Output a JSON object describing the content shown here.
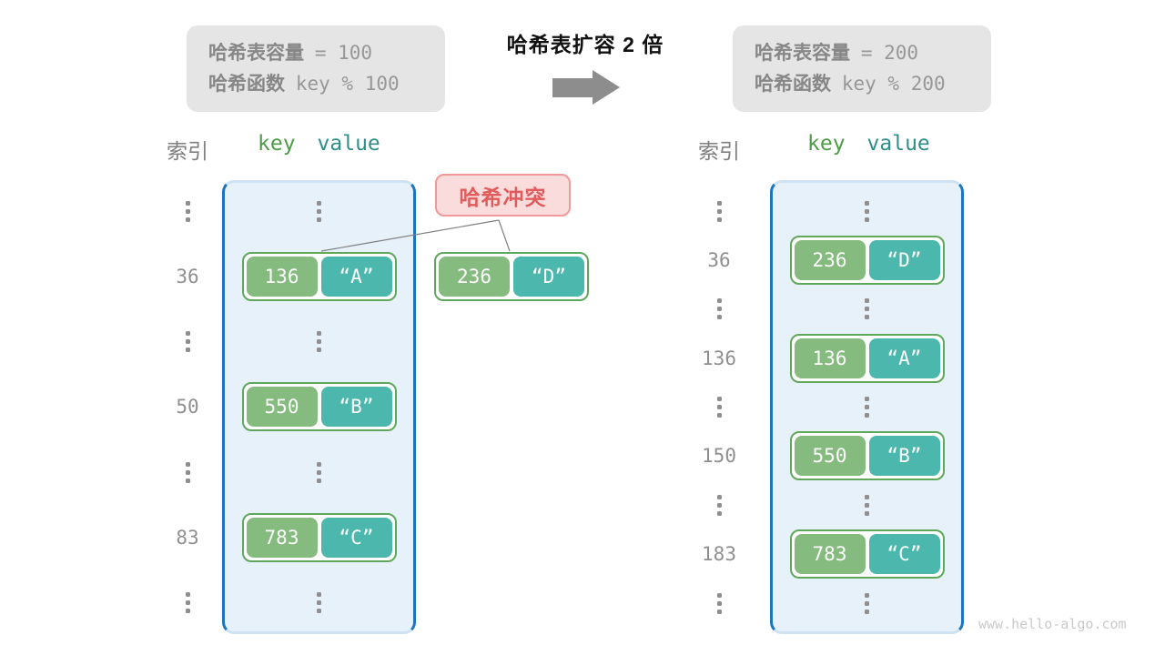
{
  "title": "哈希表扩容 2 倍",
  "info_left": {
    "line1_label": "哈希表容量",
    "line1_value": "= 100",
    "line2_label": "哈希函数",
    "line2_value": "key % 100"
  },
  "info_right": {
    "line1_label": "哈希表容量",
    "line1_value": "= 200",
    "line2_label": "哈希函数",
    "line2_value": "key % 200"
  },
  "headers": {
    "index": "索引",
    "key": "key",
    "value": "value"
  },
  "collision": {
    "label": "哈希冲突"
  },
  "standalone_pair": {
    "key": "236",
    "value": "“D”"
  },
  "tables": {
    "left": {
      "rows": [
        {
          "type": "dots"
        },
        {
          "type": "pair",
          "index": "36",
          "key": "136",
          "value": "“A”"
        },
        {
          "type": "dots"
        },
        {
          "type": "pair",
          "index": "50",
          "key": "550",
          "value": "“B”"
        },
        {
          "type": "dots"
        },
        {
          "type": "pair",
          "index": "83",
          "key": "783",
          "value": "“C”"
        },
        {
          "type": "dots"
        }
      ]
    },
    "right": {
      "rows": [
        {
          "type": "dots"
        },
        {
          "type": "pair",
          "index": "36",
          "key": "236",
          "value": "“D”"
        },
        {
          "type": "dots"
        },
        {
          "type": "pair",
          "index": "136",
          "key": "136",
          "value": "“A”"
        },
        {
          "type": "dots"
        },
        {
          "type": "pair",
          "index": "150",
          "key": "550",
          "value": "“B”"
        },
        {
          "type": "dots"
        },
        {
          "type": "pair",
          "index": "183",
          "key": "783",
          "value": "“C”"
        },
        {
          "type": "dots"
        }
      ]
    }
  },
  "watermark": "www.hello-algo.com",
  "colors": {
    "key_fill": "#85bb7e",
    "value_fill": "#4cb8ad",
    "pair_border": "#5fa75a",
    "table_border": "#1c76bd",
    "table_fill": "#e7f1fa",
    "key_header": "#4e9b47",
    "value_header": "#2e8f88",
    "collision_text": "#e05c5c",
    "collision_border": "#f19898",
    "collision_fill": "#fbdcdc",
    "info_fill": "#e5e5e5",
    "gray_text": "#8f8f8f",
    "arrow_gray": "#8d8d8d",
    "line_gray": "#808080",
    "watermark_gray": "#c9c9c9"
  }
}
